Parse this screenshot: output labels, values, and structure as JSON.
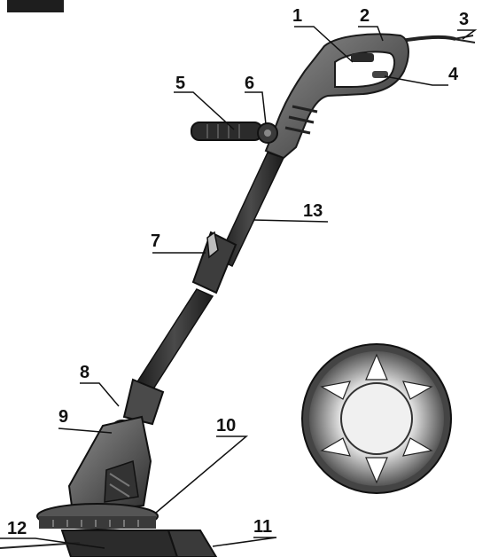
{
  "callouts": {
    "c1": "1",
    "c2": "2",
    "c3": "3",
    "c4": "4",
    "c5": "5",
    "c6": "6",
    "c7": "7",
    "c8": "8",
    "c9": "9",
    "c10": "10",
    "c11": "11",
    "c12": "12",
    "c13": "13"
  },
  "colors": {
    "body_dark": "#3a3a3a",
    "body_mid": "#6b6b6b",
    "body_light": "#9a9a9a",
    "shaft": "#2b2b2b",
    "leader": "#111111",
    "spool_light": "#d8d8d8"
  },
  "icons": {
    "corner_block": "black-rectangle",
    "trimmer": "grass-trimmer-illustration",
    "guard": "safety-guard-disc-illustration"
  }
}
